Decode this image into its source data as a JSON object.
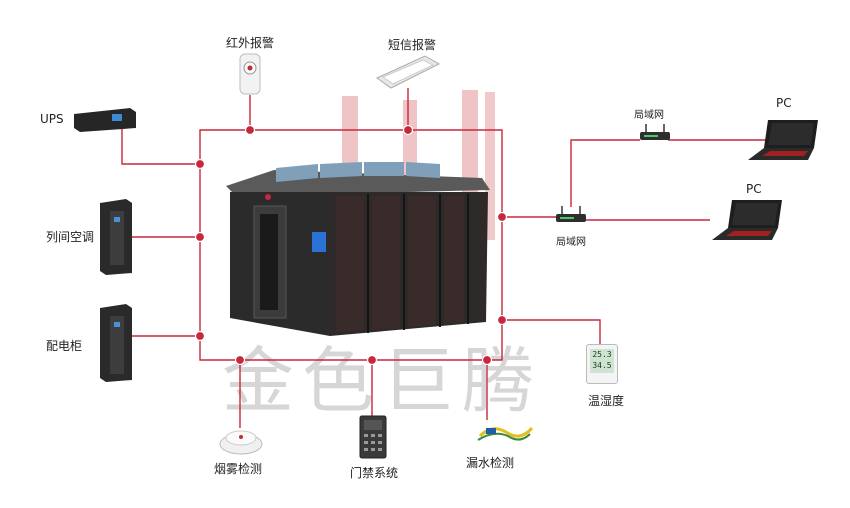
{
  "labels": {
    "infrared_alarm": "红外报警",
    "sms_alarm": "短信报警",
    "ups": "UPS",
    "row_ac": "列间空调",
    "power_cabinet": "配电柜",
    "smoke_detect": "烟雾检测",
    "access_control": "门禁系统",
    "leak_detect": "漏水检测",
    "temp_humidity": "温湿度",
    "lan_top": "局域网",
    "lan_mid": "局域网",
    "pc_top": "PC",
    "pc_bottom": "PC"
  },
  "sensor_readout": {
    "temperature": "25.3",
    "humidity": "34.5"
  },
  "watermark": {
    "text": "金色巨腾"
  },
  "colors": {
    "connector": "#c8283c",
    "node": "#c8283c",
    "cabinet": "#2a2a2a"
  }
}
